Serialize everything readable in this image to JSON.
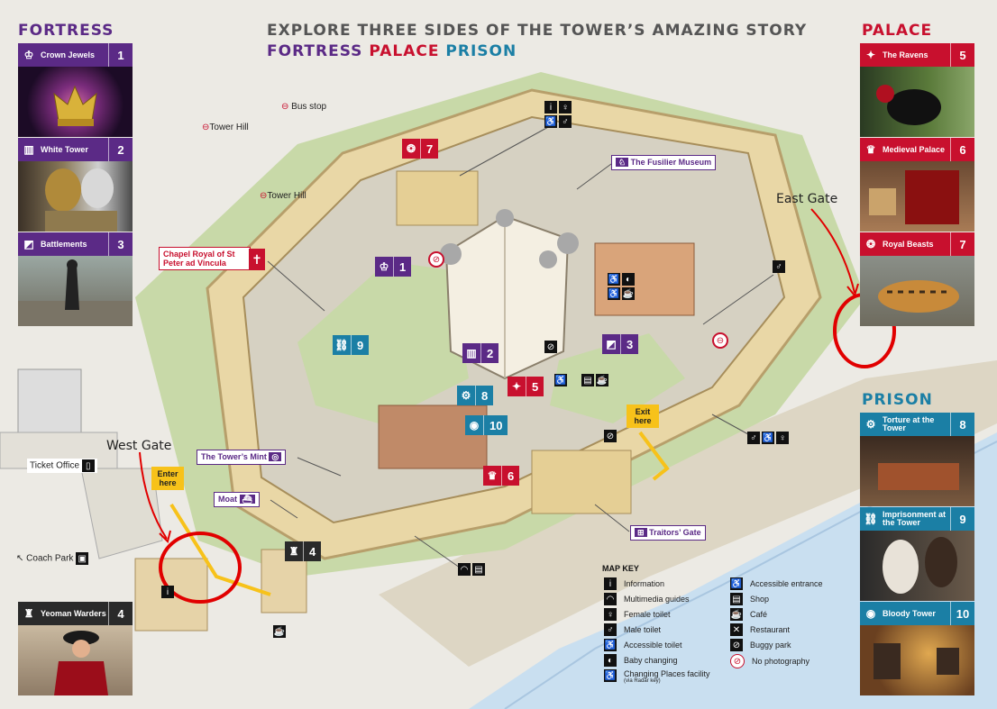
{
  "heading": {
    "line1": "EXPLORE THREE SIDES OF THE TOWER’S AMAZING STORY",
    "word1": "FORTRESS",
    "word2": "PALACE",
    "word3": "PRISON"
  },
  "sections": {
    "fortress": "FORTRESS",
    "palace": "PALACE",
    "prison": "PRISON"
  },
  "colors": {
    "fortress": "#5b2a86",
    "palace": "#c8102e",
    "prison": "#1b7fa5",
    "dark": "#2a2a2a",
    "water": "#c9dff0",
    "grass": "#c8d9a8",
    "stone": "#e9d7a6",
    "annotation": "#e10000"
  },
  "cards": {
    "crown": {
      "label": "Crown Jewels",
      "num": "1",
      "icon": "crown-icon"
    },
    "white": {
      "label": "White Tower",
      "num": "2",
      "icon": "tower-icon"
    },
    "battle": {
      "label": "Battlements",
      "num": "3",
      "icon": "battlements-icon"
    },
    "ravens": {
      "label": "The Ravens",
      "num": "5",
      "icon": "raven-icon"
    },
    "medieval": {
      "label": "Medieval Palace",
      "num": "6",
      "icon": "palace-icon"
    },
    "beasts": {
      "label": "Royal Beasts",
      "num": "7",
      "icon": "elephant-icon"
    },
    "torture": {
      "label": "Torture at the Tower",
      "num": "8",
      "icon": "wheel-icon"
    },
    "imprison": {
      "label": "Imprisonment at the Tower",
      "num": "9",
      "icon": "chain-icon"
    },
    "bloody": {
      "label": "Bloody Tower",
      "num": "10",
      "icon": "bloody-icon"
    },
    "yeoman": {
      "label": "Yeoman Warders",
      "num": "4",
      "icon": "warder-icon"
    }
  },
  "labels": {
    "bus_stop": "Bus stop",
    "tower_hill_1": "Tower Hill",
    "tower_hill_2": "Tower Hill",
    "fusilier": "The Fusilier Museum",
    "chapel": "Chapel Royal of St Peter ad Vincula",
    "mint": "The Tower’s Mint",
    "moat": "Moat",
    "traitors": "Traitors’ Gate",
    "ticket": "Ticket Office",
    "coach": "Coach Park",
    "enter": "Enter here",
    "exit": "Exit here"
  },
  "annotations": {
    "east_gate": "East Gate",
    "west_gate": "West Gate"
  },
  "markers": {
    "m1": "1",
    "m2": "2",
    "m3": "3",
    "m4": "4",
    "m5": "5",
    "m6": "6",
    "m7": "7",
    "m8": "8",
    "m9": "9",
    "m10": "10"
  },
  "map_key": {
    "title": "MAP KEY",
    "items": [
      "Information",
      "Multimedia guides",
      "Female toilet",
      "Male toilet",
      "Accessible toilet",
      "Baby changing",
      "Changing Places facility",
      "Accessible entrance",
      "Shop",
      "Café",
      "Restaurant",
      "Buggy park",
      "No photography"
    ],
    "note": "(via Radar key)"
  }
}
